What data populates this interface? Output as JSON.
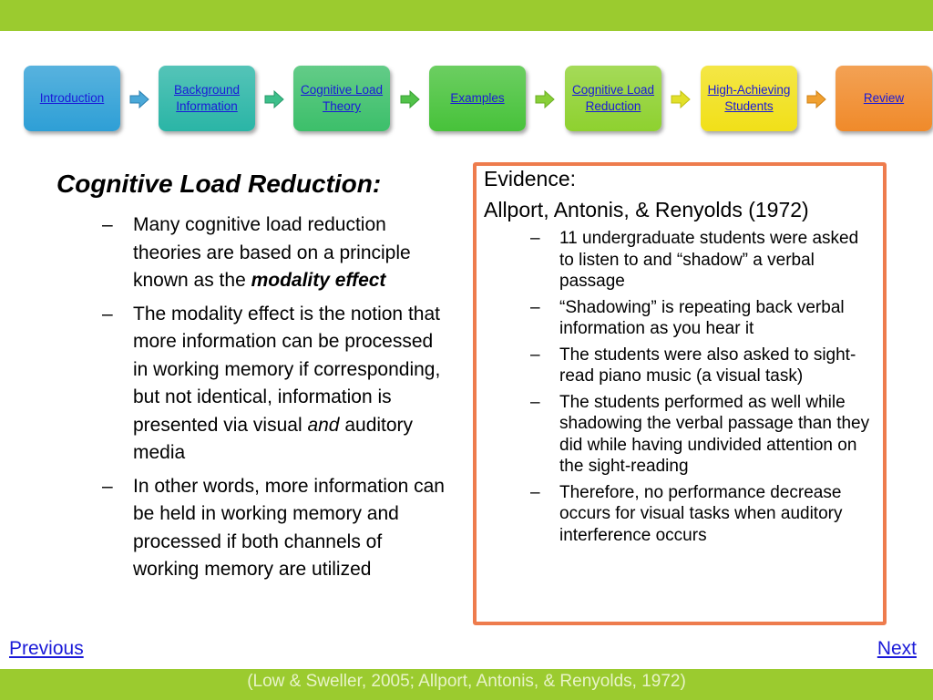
{
  "citation": "(Low & Sweller, 2005; Allport, Antonis, & Renyolds, 1972)",
  "nav": {
    "steps": [
      {
        "label": "Introduction",
        "color": "#2e9fd6"
      },
      {
        "label": "Background Information",
        "color": "#2ab5a6"
      },
      {
        "label": "Cognitive Load Theory",
        "color": "#3cbf6a"
      },
      {
        "label": "Examples",
        "color": "#47c23a"
      },
      {
        "label": "Cognitive Load Reduction",
        "color": "#8ed12f"
      },
      {
        "label": "High-Achieving Students",
        "color": "#f1e018"
      },
      {
        "label": "Review",
        "color": "#f08a2a"
      }
    ],
    "arrow_icon": "arrow-right-icon"
  },
  "left": {
    "title": "Cognitive Load Reduction:",
    "bullets": [
      {
        "pre": "Many cognitive load reduction theories are based on a principle known as the ",
        "em": "modality effect",
        "post": ""
      },
      {
        "pre": "The modality effect is the notion that more information can be processed in working memory if corresponding, but not identical, information is presented via visual ",
        "em": "and",
        "post": " auditory media"
      },
      {
        "pre": "In other words, more information can be held in working memory and processed if both channels of working memory are utilized",
        "em": "",
        "post": ""
      }
    ]
  },
  "evidence": {
    "label": "Evidence:",
    "source": "Allport, Antonis, & Renyolds (1972)",
    "border_color": "#ee7c4d",
    "bullets": [
      "11 undergraduate students were asked to listen to and “shadow” a verbal passage",
      "“Shadowing” is repeating back verbal information as you hear it",
      "The students were also asked to sight-read piano music (a visual task)",
      "The students performed as well while shadowing the verbal passage than they did while having undivided attention on the sight-reading",
      "Therefore, no performance decrease occurs for visual tasks when auditory interference occurs"
    ]
  },
  "footer": {
    "previous": "Previous",
    "next": "Next"
  },
  "dash": "–"
}
